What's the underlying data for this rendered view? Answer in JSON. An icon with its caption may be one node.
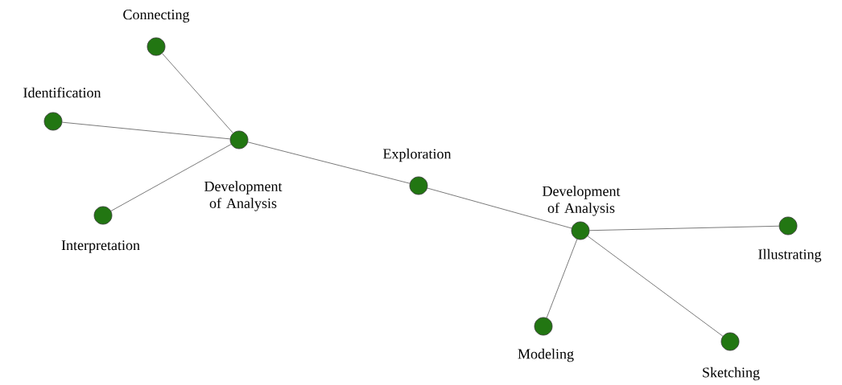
{
  "diagram": {
    "nodes": [
      {
        "text": [
          "Connecting"
        ]
      },
      {
        "text": [
          "Identification"
        ]
      },
      {
        "text": [
          "Interpretation"
        ]
      },
      {
        "text": [
          "Development of Analysis"
        ]
      },
      {
        "text": [
          "Exploration"
        ]
      },
      {
        "text": [
          "Development of Analysis"
        ]
      },
      {
        "text": [
          "Illustrating"
        ]
      },
      {
        "text": [
          "Modeling"
        ]
      },
      {
        "text": [
          "Sketching"
        ]
      }
    ],
    "edges": [
      {
        "from": 0,
        "to": 3,
        "arrow": "none"
      },
      {
        "from": 1,
        "to": 3,
        "arrow": "none"
      },
      {
        "from": 2,
        "to": 3,
        "arrow": "none"
      },
      {
        "from": 3,
        "to": 4,
        "arrow": "none"
      },
      {
        "from": 4,
        "to": 5,
        "arrow": "none"
      },
      {
        "from": 5,
        "to": 6,
        "arrow": "none"
      },
      {
        "from": 5,
        "to": 7,
        "arrow": "none"
      },
      {
        "from": 5,
        "to": 8,
        "arrow": "none"
      }
    ]
  }
}
